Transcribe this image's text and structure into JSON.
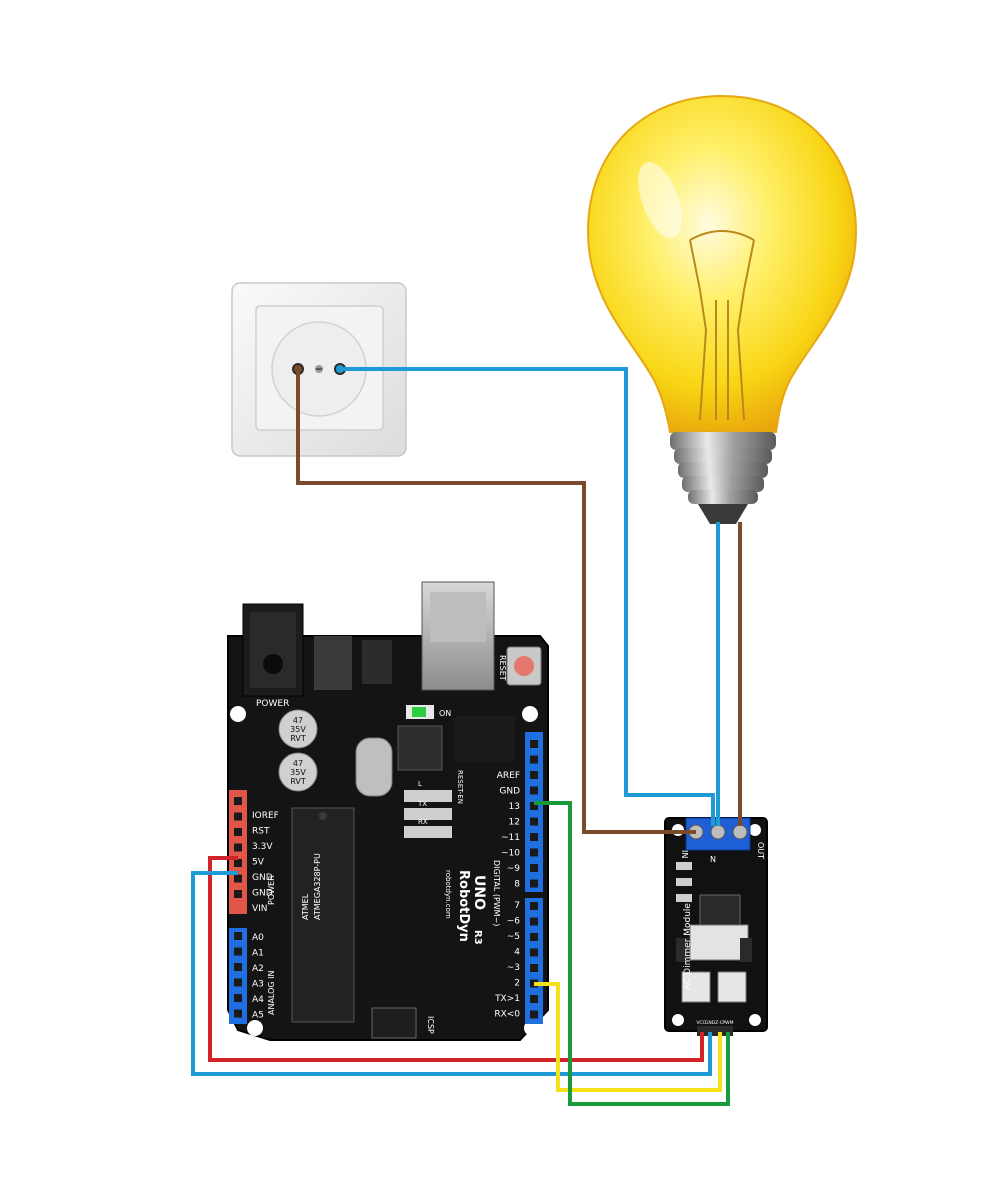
{
  "colors": {
    "wire_blue": "#1e9bd7",
    "wire_brown": "#7a4a2a",
    "wire_red": "#d2232a",
    "wire_yellow": "#f3e21a",
    "wire_green": "#1a9a3a",
    "pcb": "#111111",
    "header_blue": "#1f6fe0",
    "header_red": "#e0574a",
    "bulb_glass": "#f8d514",
    "terminal_block": "#1f5fd6"
  },
  "socket": {
    "kind": "wall-outlet"
  },
  "bulb": {
    "kind": "incandescent-bulb"
  },
  "arduino": {
    "brand": "RobotDyn",
    "site": "robotdyn.com",
    "model": "UNO",
    "revision": "R3",
    "power_label": "POWER",
    "reset_label": "RESET",
    "reset_en_label": "RESET-EN",
    "on_label": "ON",
    "icsp_label": "ICSP",
    "chip_label": "ATMEGA328P-PU",
    "chip_brand": "ATMEL",
    "cap_1": [
      "47",
      "35V",
      "RVT"
    ],
    "cap_2": [
      "47",
      "35V",
      "RVT"
    ],
    "power_pins": [
      "IOREF",
      "RST",
      "3.3V",
      "5V",
      "GND",
      "GND",
      "VIN"
    ],
    "power_header_label": "POWER",
    "analog_pins": [
      "A0",
      "A1",
      "A2",
      "A3",
      "A4",
      "A5"
    ],
    "analog_header_label": "ANALOG IN",
    "digital_top_pins": [
      "AREF",
      "GND",
      "13",
      "12",
      "~11",
      "~10",
      "~9",
      "8"
    ],
    "digital_bottom_pins": [
      "7",
      "~6",
      "~5",
      "4",
      "~3",
      "2",
      "TX>1",
      "RX<0"
    ],
    "digital_label": "DIGITAL (PWM~)",
    "led_labels": [
      "L",
      "TX",
      "RX"
    ]
  },
  "dimmer": {
    "title": "AC Dimmer Module",
    "in_label": "IN",
    "out_label": "OUT",
    "n_label": "N",
    "pins": [
      "VCC",
      "GND",
      "Z-C",
      "PWM"
    ]
  }
}
